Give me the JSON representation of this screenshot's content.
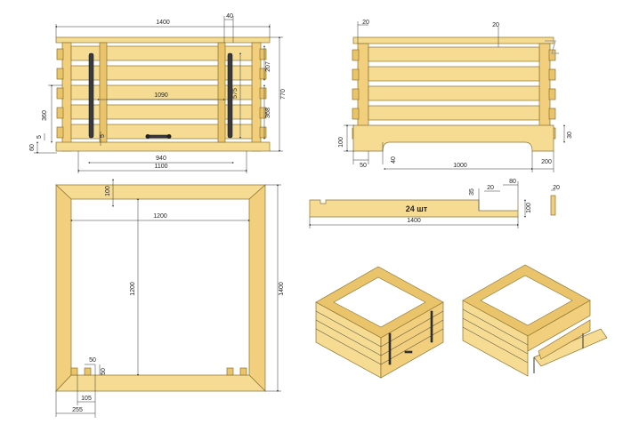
{
  "front_view": {
    "dim_total_width": "1400",
    "dim_post": "40",
    "dim_inner": "1090",
    "dim_940": "940",
    "dim_1100": "1100",
    "dim_207": "207",
    "dim_575": "575",
    "dim_368": "368",
    "dim_770": "770",
    "dim_360": "360",
    "dim_5a": "5",
    "dim_5b": "5",
    "dim_60": "60"
  },
  "side_view": {
    "dim_20a": "20",
    "dim_20b": "20",
    "dim_100": "100",
    "dim_50": "50",
    "dim_40": "40",
    "dim_1000": "1000",
    "dim_200": "200",
    "dim_30": "30"
  },
  "top_view": {
    "dim_100": "100",
    "dim_1200_h": "1200",
    "dim_1200_v": "1200",
    "dim_1400": "1400",
    "dim_50a": "50",
    "dim_50b": "50",
    "dim_105": "105",
    "dim_255": "255"
  },
  "board_detail": {
    "quantity_label": "24 шт",
    "dim_35": "35",
    "dim_20": "20",
    "dim_80": "80",
    "dim_100": "100",
    "dim_1400": "1400",
    "dim_20_side": "20"
  },
  "colors": {
    "wood_light": "#f6dc93",
    "wood_mid": "#f1cf7c",
    "wood_dark": "#e9c46a",
    "outline": "#8a7230",
    "metal": "#3a3a3a"
  }
}
